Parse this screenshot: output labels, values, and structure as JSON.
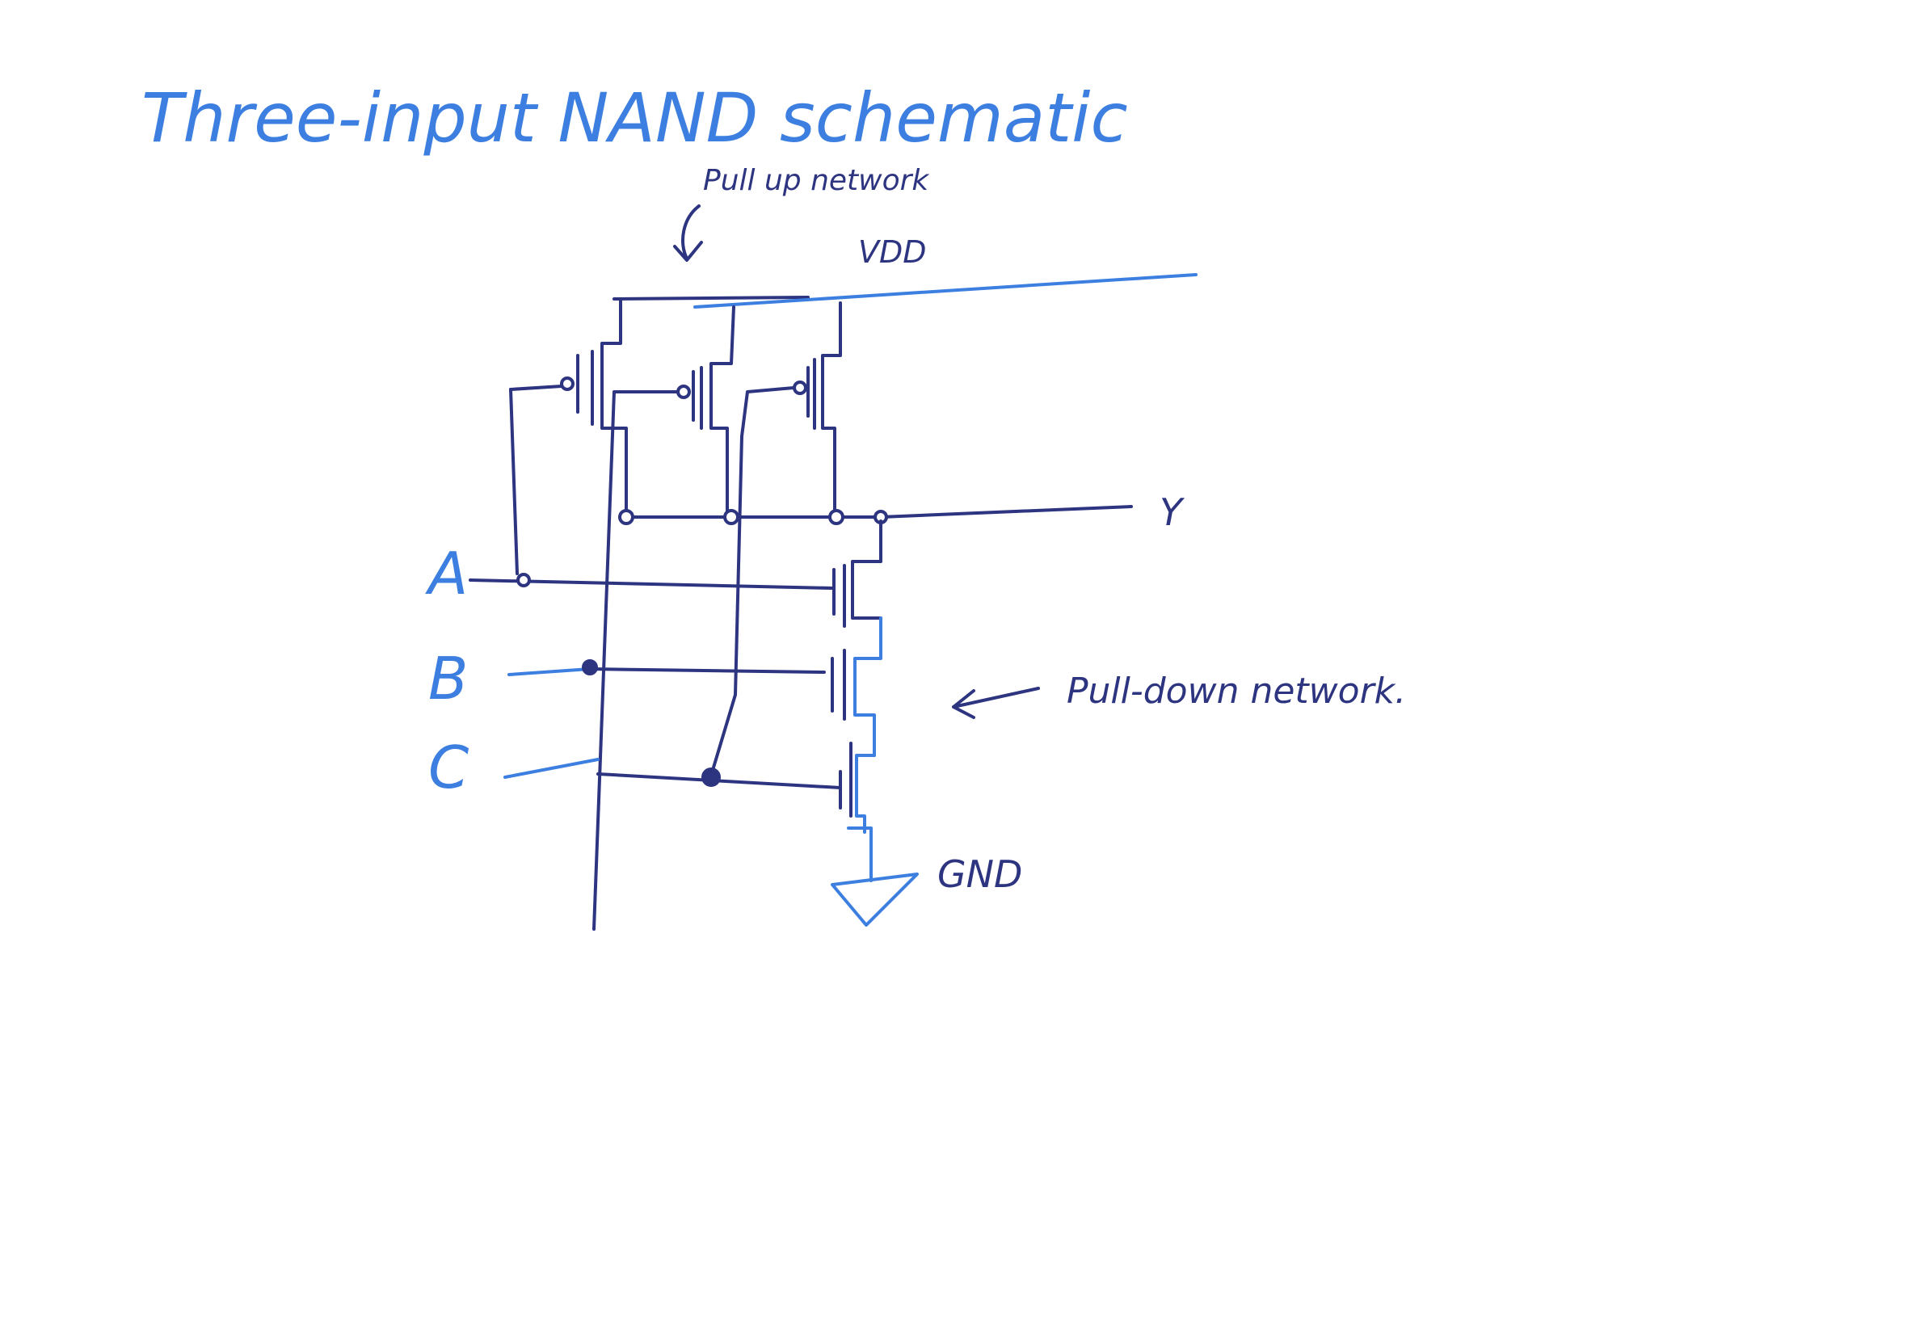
{
  "title": "Three-input NAND schematic",
  "labels": {
    "pull_up": "Pull up network",
    "vdd": "VDD",
    "output": "Y",
    "input_a": "A",
    "input_b": "B",
    "input_c": "C",
    "pull_down": "Pull-down network.",
    "gnd": "GND"
  },
  "colors": {
    "ink_dark": "#2d3480",
    "ink_blue": "#3d7fe0",
    "background": "#ffffff"
  }
}
